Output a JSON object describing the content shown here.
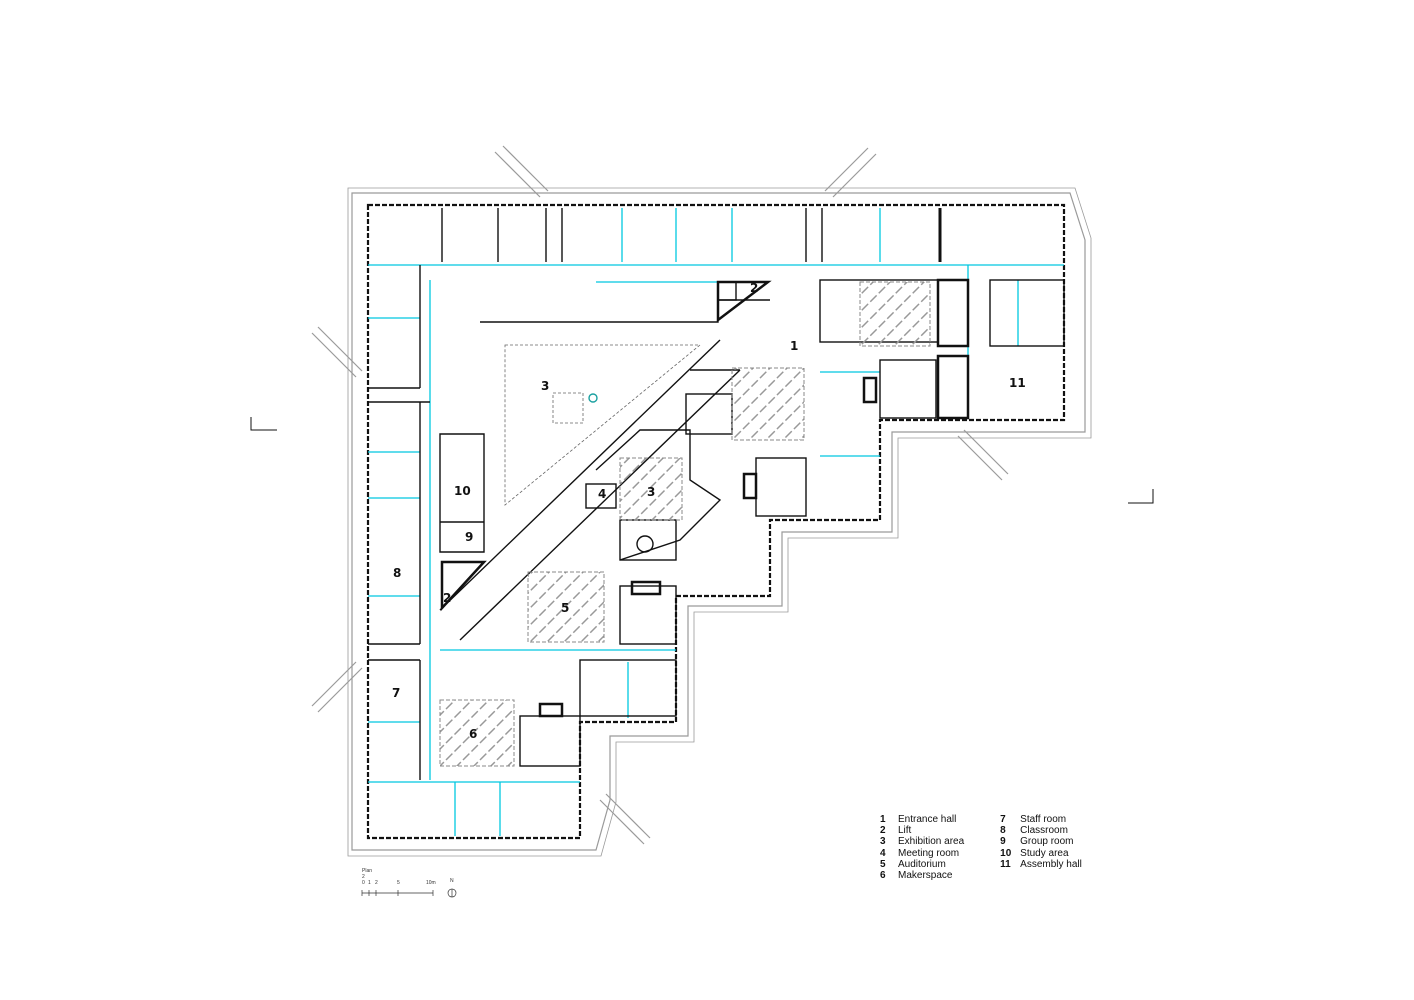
{
  "plan_title": "Plan 2",
  "scale_bar": {
    "ticks": [
      "0",
      "1",
      "2",
      "5",
      "10m"
    ],
    "north_label": "N"
  },
  "room_labels": [
    "1",
    "2",
    "2",
    "3",
    "3",
    "4",
    "5",
    "6",
    "7",
    "8",
    "9",
    "10",
    "11"
  ],
  "legend": {
    "left": [
      {
        "num": "1",
        "name": "Entrance hall"
      },
      {
        "num": "2",
        "name": "Lift"
      },
      {
        "num": "3",
        "name": "Exhibition area"
      },
      {
        "num": "4",
        "name": "Meeting room"
      },
      {
        "num": "5",
        "name": "Auditorium"
      },
      {
        "num": "6",
        "name": "Makerspace"
      }
    ],
    "right": [
      {
        "num": "7",
        "name": "Staff room"
      },
      {
        "num": "8",
        "name": "Classroom"
      },
      {
        "num": "9",
        "name": "Group room"
      },
      {
        "num": "10",
        "name": "Study area"
      },
      {
        "num": "11",
        "name": "Assembly hall"
      }
    ]
  },
  "colors": {
    "wall": "#111111",
    "glazing": "#00c8e0",
    "hatch": "#888888",
    "outline": "#9a9a9a"
  }
}
